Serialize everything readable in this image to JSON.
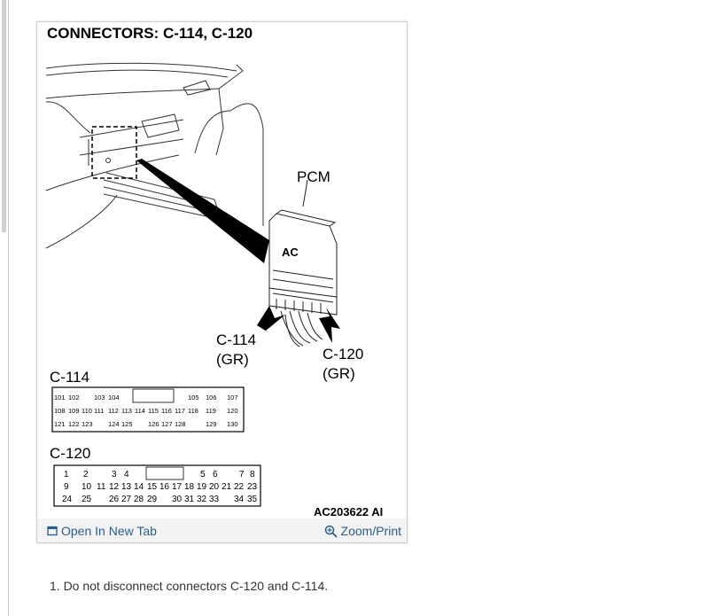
{
  "figure": {
    "title": "CONNECTORS: C-114, C-120",
    "pcm_label": "PCM",
    "ac_label": "AC",
    "c114_callout": "C-114",
    "c114_color": "(GR)",
    "c120_callout": "C-120",
    "c120_color": "(GR)",
    "c114_heading": "C-114",
    "c120_heading": "C-120",
    "figure_id": "AC203622 AI",
    "c114_pins": {
      "row1": [
        "101",
        "102",
        "103",
        "104",
        "105",
        "106",
        "107"
      ],
      "row2": [
        "108",
        "109",
        "110",
        "111",
        "112",
        "113",
        "114",
        "115",
        "116",
        "117",
        "118",
        "119",
        "120"
      ],
      "row3": [
        "121",
        "122",
        "123",
        "124",
        "125",
        "126",
        "127",
        "128",
        "129",
        "130"
      ]
    },
    "c120_pins": {
      "row1": [
        "1",
        "2",
        "3",
        "4",
        "5",
        "6",
        "7",
        "8"
      ],
      "row2": [
        "9",
        "10",
        "11",
        "12",
        "13",
        "14",
        "15",
        "16",
        "17",
        "18",
        "19",
        "20",
        "21",
        "22",
        "23"
      ],
      "row3": [
        "24",
        "25",
        "26",
        "27",
        "28",
        "29",
        "30",
        "31",
        "32",
        "33",
        "34",
        "35"
      ]
    }
  },
  "actions": {
    "open_new_tab": "Open In New Tab",
    "zoom_print": "Zoom/Print"
  },
  "steps": {
    "step1": "1. Do not disconnect connectors C-120 and C-114."
  }
}
